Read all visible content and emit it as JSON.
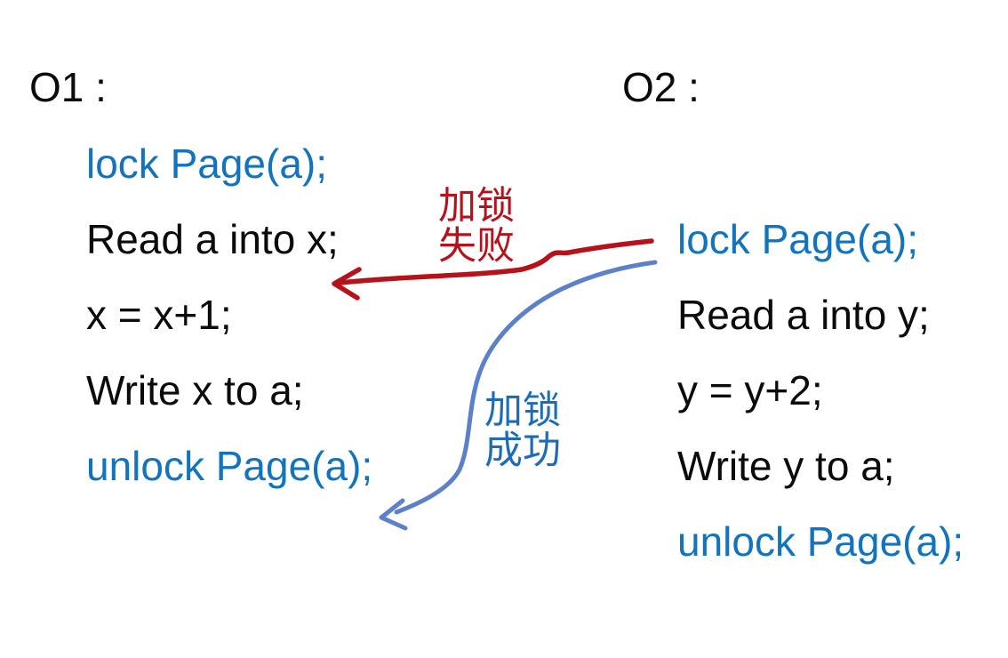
{
  "o1": {
    "title": "O1 :",
    "lines": [
      {
        "text": "lock Page(a);",
        "kind": "lock"
      },
      {
        "text": "Read a into x;",
        "kind": "plain"
      },
      {
        "text": "x = x+1;",
        "kind": "plain"
      },
      {
        "text": "Write x to a;",
        "kind": "plain"
      },
      {
        "text": "unlock Page(a);",
        "kind": "lock"
      }
    ]
  },
  "o2": {
    "title": "O2 :",
    "lines": [
      {
        "text": "lock Page(a);",
        "kind": "lock"
      },
      {
        "text": "Read a into y;",
        "kind": "plain"
      },
      {
        "text": "y = y+2;",
        "kind": "plain"
      },
      {
        "text": "Write y to a;",
        "kind": "plain"
      },
      {
        "text": "unlock Page(a);",
        "kind": "lock"
      }
    ]
  },
  "annotations": {
    "lock_fail": {
      "line1": "加锁",
      "line2": "失败",
      "meaning": "lock fails"
    },
    "lock_success": {
      "line1": "加锁",
      "line2": "成功",
      "meaning": "lock succeeds"
    }
  },
  "colors": {
    "background": "#FFFFFF",
    "text_black": "#0B0B0B",
    "code_blue": "#1273BE",
    "label_red": "#B5121B",
    "label_blue": "#1C6CB8",
    "arrow_red": "#B5121B",
    "arrow_blue": "#5C80C9"
  }
}
